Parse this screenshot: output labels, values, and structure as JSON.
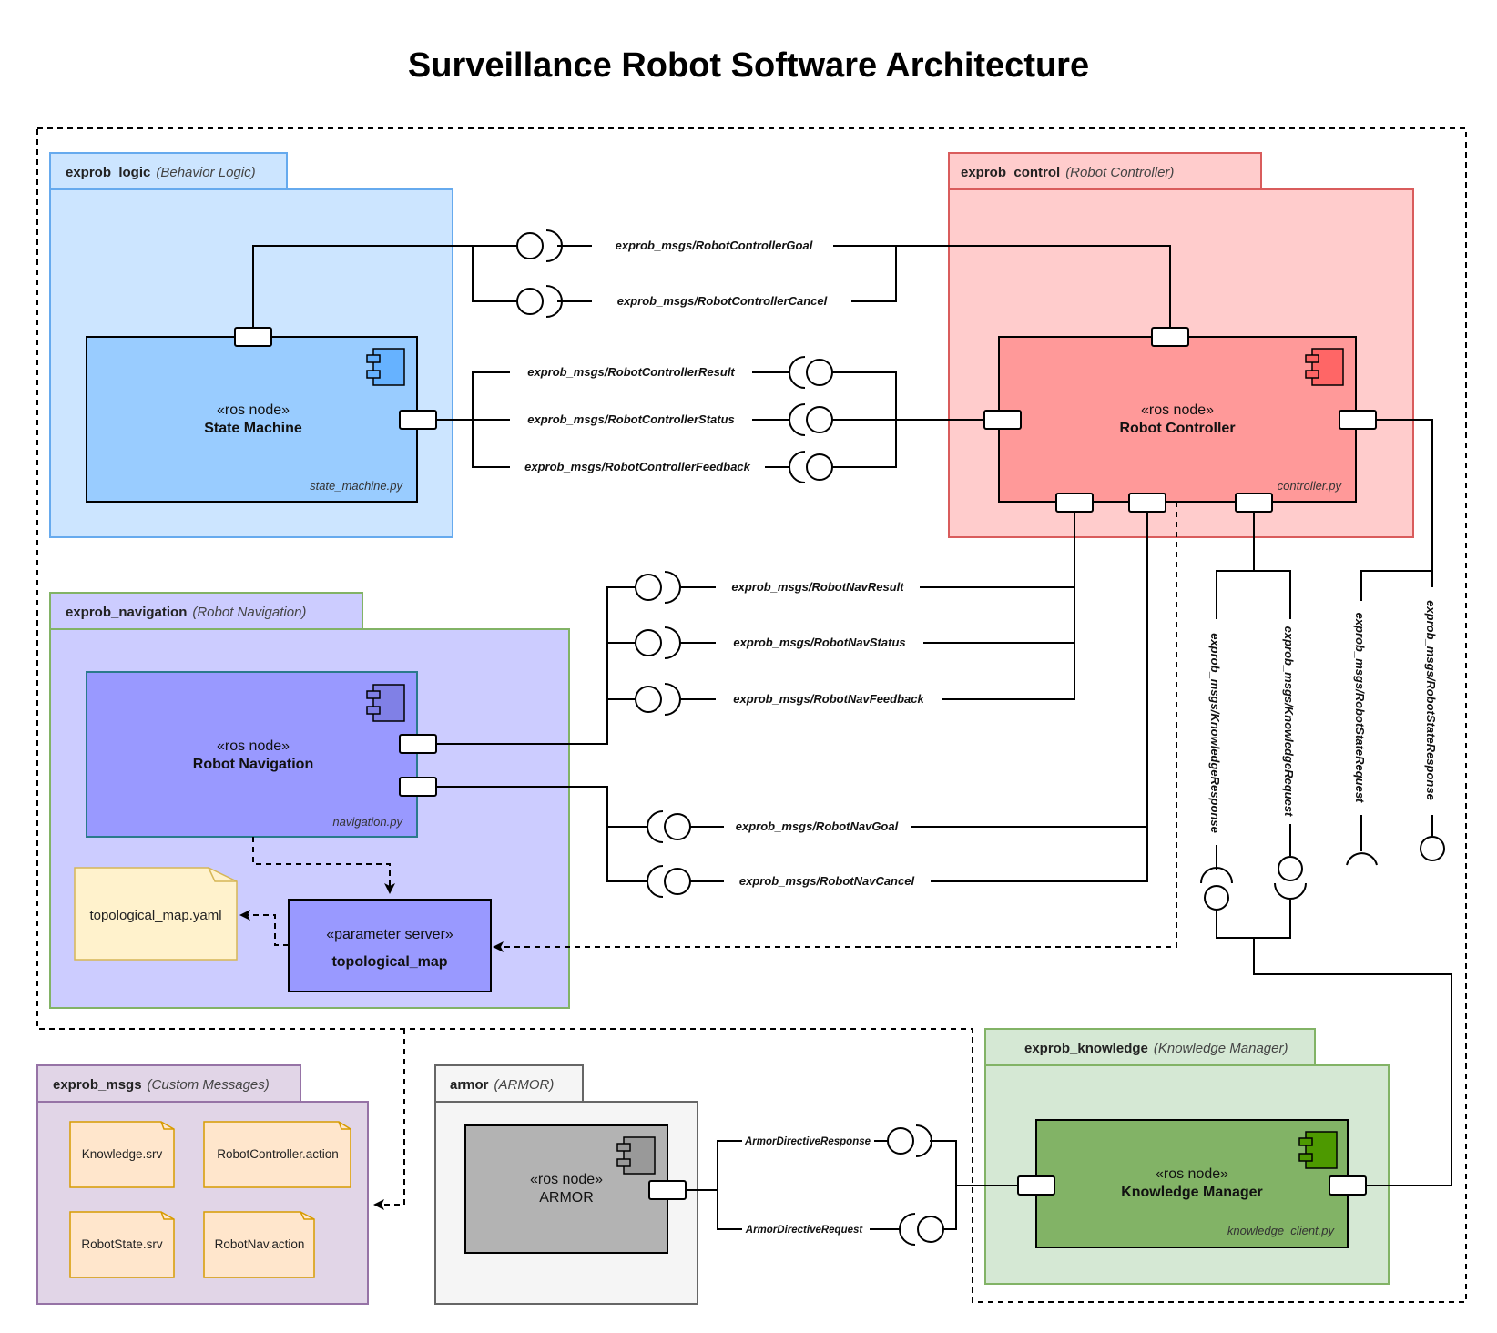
{
  "title": "Surveillance Robot Software Architecture",
  "packages": {
    "logic": {
      "name": "exprob_logic",
      "desc": "(Behavior Logic)"
    },
    "control": {
      "name": "exprob_control",
      "desc": "(Robot Controller)"
    },
    "navigation": {
      "name": "exprob_navigation",
      "desc": "(Robot Navigation)"
    },
    "msgs": {
      "name": "exprob_msgs",
      "desc": "(Custom Messages)"
    },
    "armor": {
      "name": "armor",
      "desc": "(ARMOR)"
    },
    "knowledge": {
      "name": "exprob_knowledge",
      "desc": "(Knowledge Manager)"
    }
  },
  "nodes": {
    "state_machine": {
      "stereotype": "«ros node»",
      "name": "State Machine",
      "file": "state_machine.py"
    },
    "robot_controller": {
      "stereotype": "«ros node»",
      "name": "Robot Controller",
      "file": "controller.py"
    },
    "robot_navigation": {
      "stereotype": "«ros node»",
      "name": "Robot Navigation",
      "file": "navigation.py"
    },
    "topological_map": {
      "stereotype": "«parameter server»",
      "name": "topological_map"
    },
    "armor": {
      "stereotype": "«ros node»",
      "name": "ARMOR"
    },
    "knowledge_manager": {
      "stereotype": "«ros node»",
      "name": "Knowledge Manager",
      "file": "knowledge_client.py"
    }
  },
  "notes": {
    "topo_yaml": "topological_map.yaml",
    "knowledge_srv": "Knowledge.srv",
    "controller_action": "RobotController.action",
    "state_srv": "RobotState.srv",
    "nav_action": "RobotNav.action"
  },
  "interfaces": {
    "controller_goal": "exprob_msgs/RobotControllerGoal",
    "controller_cancel": "exprob_msgs/RobotControllerCancel",
    "controller_result": "exprob_msgs/RobotControllerResult",
    "controller_status": "exprob_msgs/RobotControllerStatus",
    "controller_feedback": "exprob_msgs/RobotControllerFeedback",
    "nav_result": "exprob_msgs/RobotNavResult",
    "nav_status": "exprob_msgs/RobotNavStatus",
    "nav_feedback": "exprob_msgs/RobotNavFeedback",
    "nav_goal": "exprob_msgs/RobotNavGoal",
    "nav_cancel": "exprob_msgs/RobotNavCancel",
    "knowledge_response": "exprob_msgs/KnowledgeResponse",
    "knowledge_request": "exprob_msgs/KnowledgeRequest",
    "state_request": "exprob_msgs/RobotStateRequest",
    "state_response": "exprob_msgs/RobotStateResponse",
    "armor_response": "ArmorDirectiveResponse",
    "armor_request": "ArmorDirectiveRequest"
  },
  "colors": {
    "logic_fill": "#cce5ff",
    "logic_stroke": "#66aaee",
    "logic_node": "#99ccff",
    "control_fill": "#ffcccc",
    "control_stroke": "#d95c5c",
    "control_node": "#ff9999",
    "nav_fill": "#ccccff",
    "nav_stroke": "#82b366",
    "nav_node": "#9999ff",
    "msgs_fill": "#e1d5e7",
    "msgs_stroke": "#9673a6",
    "armor_fill": "#f5f5f5",
    "armor_stroke": "#666666",
    "armor_node": "#b3b3b3",
    "knowledge_fill": "#d5e8d4",
    "knowledge_stroke": "#82b366",
    "knowledge_node": "#82b366",
    "note_fill": "#fff2cc",
    "note_stroke": "#d6b656",
    "note_orange_fill": "#ffe6cc",
    "note_orange_stroke": "#d79b00"
  }
}
